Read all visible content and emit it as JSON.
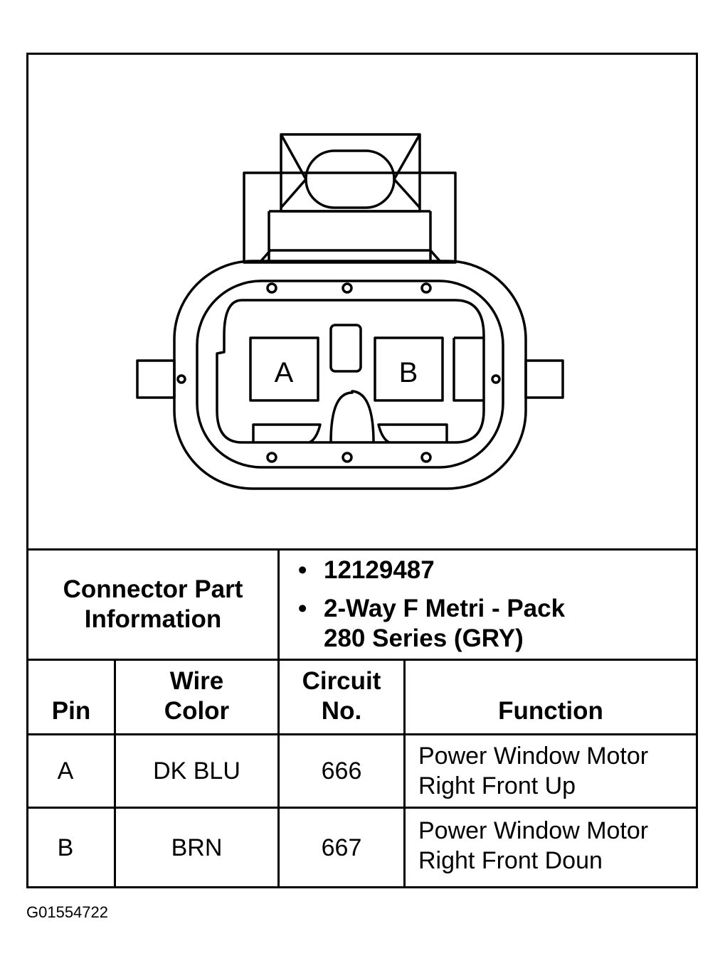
{
  "diagram": {
    "cavity_a_label": "A",
    "cavity_b_label": "B"
  },
  "connector_info": {
    "label_line1": "Connector Part",
    "label_line2": "Information",
    "bullet": "•",
    "part_number": "12129487",
    "description_line1": "2-Way F Metri - Pack",
    "description_line2": "280 Series (GRY)"
  },
  "pin_table": {
    "headers": {
      "pin": "Pin",
      "wire_color_line1": "Wire",
      "wire_color_line2": "Color",
      "circuit_line1": "Circuit",
      "circuit_line2": "No.",
      "function": "Function"
    },
    "rows": [
      {
        "pin": "A",
        "wire_color": "DK BLU",
        "circuit": "666",
        "function_line1": "Power Window Motor",
        "function_line2": "Right Front Up"
      },
      {
        "pin": "B",
        "wire_color": "BRN",
        "circuit": "667",
        "function_line1": "Power Window Motor",
        "function_line2": "Right Front Doun"
      }
    ]
  },
  "figure_id": "G01554722"
}
